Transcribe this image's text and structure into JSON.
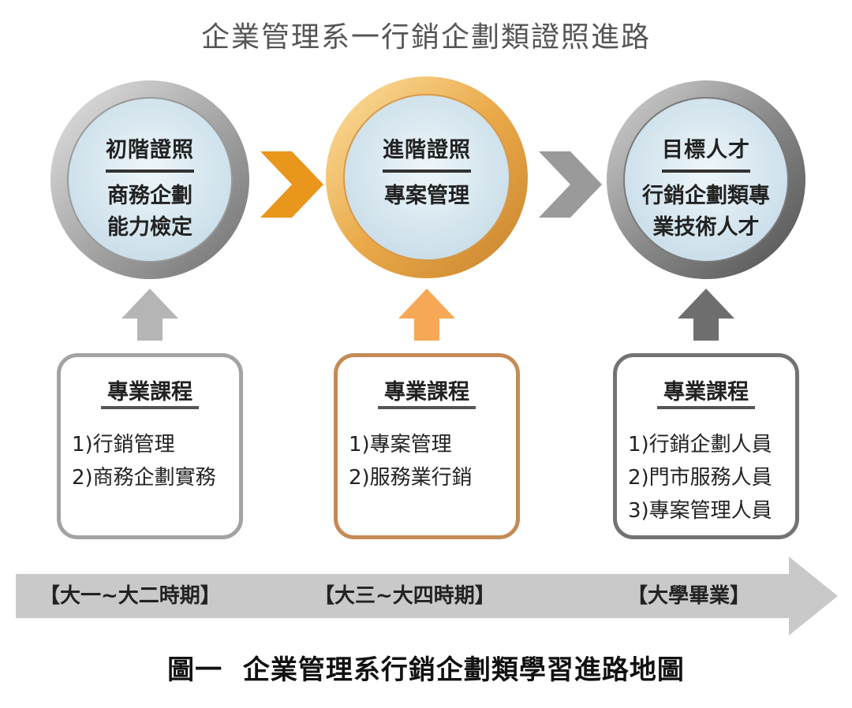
{
  "title": "企業管理系一行銷企劃類證照進路",
  "stages": [
    {
      "heading": "初階證照",
      "lines": [
        "商務企劃",
        "能力檢定"
      ],
      "ring_color": "#a9a9a9"
    },
    {
      "heading": "進階證照",
      "lines": [
        "專案管理"
      ],
      "ring_color": "#e3a247"
    },
    {
      "heading": "目標人才",
      "lines": [
        "行銷企劃類專",
        "業技術人才"
      ],
      "ring_color": "#7d7d7d"
    }
  ],
  "courses": [
    {
      "heading": "專業課程",
      "items": [
        "1)行銷管理",
        "2)商務企劃實務"
      ],
      "border_color": "#a3a3a3"
    },
    {
      "heading": "專業課程",
      "items": [
        "1)專案管理",
        "2)服務業行銷"
      ],
      "border_color": "#c58a55"
    },
    {
      "heading": "專業課程",
      "items": [
        "1)行銷企劃人員",
        "2)門市服務人員",
        "3)專案管理人員"
      ],
      "border_color": "#737373"
    }
  ],
  "periods": [
    "【大一~大二時期】",
    "【大三~大四時期】",
    "【大學畢業】"
  ],
  "caption": "圖一  企業管理系行銷企劃類學習進路地圖",
  "colors": {
    "chevron_1": "#e8961c",
    "chevron_2": "#9a9a9a",
    "arrow_up_1": "#b5b5b5",
    "arrow_up_2": "#f6a857",
    "arrow_up_3": "#6e6e6e",
    "timeline": "#c9c9c9",
    "circle_inner": "#dcebf3"
  }
}
